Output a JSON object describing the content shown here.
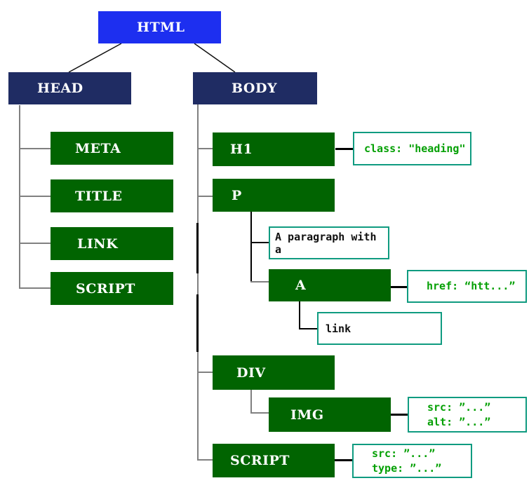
{
  "palette": {
    "blue": "#1d2ff0",
    "navy": "#1f2c63",
    "green": "#016401",
    "teal-border": "#0f9b80",
    "annotation-text": "#04a004",
    "line-gray": "#808080",
    "line-black": "#000000"
  },
  "nodes": {
    "html": "HTML",
    "head": "HEAD",
    "body": "BODY",
    "meta": "META",
    "title": "TITLE",
    "link": "LINK",
    "head_script": "SCRIPT",
    "h1": "H1",
    "p": "P",
    "a": "A",
    "div": "DIV",
    "img": "IMG",
    "body_script": "SCRIPT"
  },
  "text_nodes": {
    "paragraph": "A paragraph with a",
    "link_text": "link"
  },
  "annotations": {
    "h1_class": "class: \"heading\"",
    "a_href": "href: “htt...”",
    "img_src": "src: ”...”",
    "img_alt": "alt: ”...”",
    "script_src": "src: ”...”",
    "script_type": "type: ”...”"
  }
}
